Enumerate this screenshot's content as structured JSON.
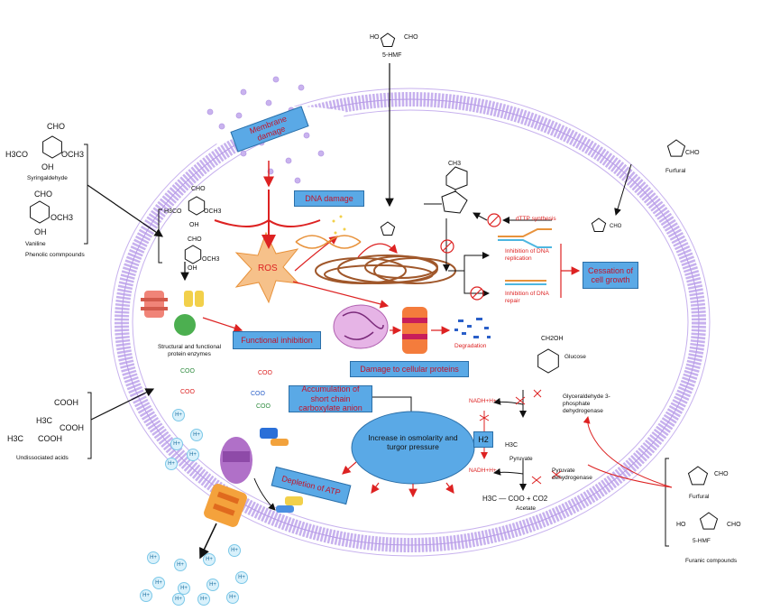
{
  "top": {
    "hmf_label": "5-HMF",
    "hmf_groups": {
      "ho": "HO",
      "cho": "CHO"
    }
  },
  "left_compounds": {
    "syringaldehyde": {
      "top": "CHO",
      "left": "H3CO",
      "right": "OCH3",
      "bottom": "OH",
      "name": "Syringaldehyde"
    },
    "vanillin": {
      "top": "CHO",
      "right": "OCH3",
      "bottom": "OH",
      "name": "Vaniline"
    },
    "group": "Phenolic commpounds"
  },
  "acids": {
    "cooh1": "COOH",
    "ch3_cooh": "H3C",
    "cooh2": "COOH",
    "h3c_cooh": "H3C",
    "cooh3": "COOH",
    "group": "Undissociated  acids"
  },
  "furfural_right": {
    "cho": "CHO",
    "name": "Furfural"
  },
  "furanic": {
    "furfural": "Furfural",
    "cho1": "CHO",
    "hmf": "5-HMF",
    "ho": "HO",
    "cho2": "CHO",
    "group": "Furanic  compounds"
  },
  "boxes": {
    "membrane": "Membrane damage",
    "dna": "DNA damage",
    "functional": "Functional inhibition",
    "proteins": "Damage to cellular proteins",
    "accumulation": "Accumulation of short  chain carboxylate anion",
    "atp": "Depletion of ATP",
    "cessation": "Cessation of cell growth",
    "h2": "H2"
  },
  "labels": {
    "ros": "ROS",
    "enzymes": "Structural  and  functional protein  enzymes",
    "degradation": "Degradation",
    "dttp": "dTTP synthesis",
    "inh_replication": "Inhibition of DNA replication",
    "inh_repair": "Inhibition of DNA repair",
    "osmolarity": "Increase  in  osmolarity and  turgor  pressure",
    "glucose": "Glucose",
    "gapdh": "Glyceraldehyde 3-phosphate dehydrogenase",
    "nadh1": "NADH+H+",
    "nadh2": "NADH+H+",
    "pyruvate": "Pyruvate",
    "pdh": "Pyruvate dehydrogenase",
    "acetate_eq": "H3C — COO + CO2",
    "acetate": "Acetate",
    "h_ion": "H+",
    "coo": "COO",
    "inner_ch": "CHO",
    "inner_och3": "OCH3",
    "inner_h3co": "H3CO",
    "inner_oh": "OH",
    "glucose_chem": "CH2OH",
    "pyruvate_chem": "H3C",
    "thymine_chem": "CH3"
  }
}
